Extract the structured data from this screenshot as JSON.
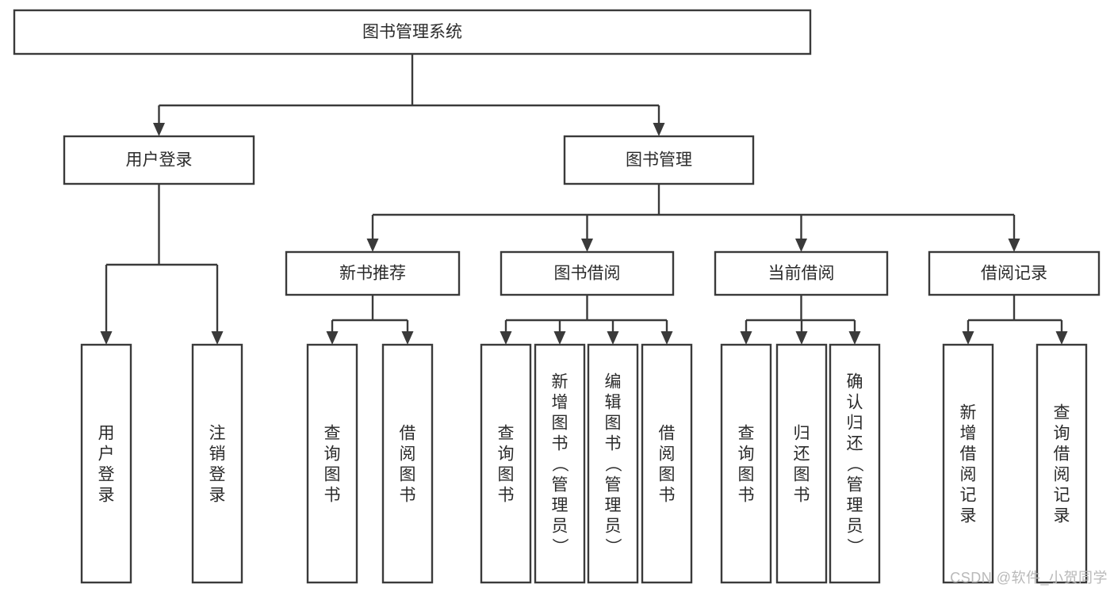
{
  "diagram": {
    "title": "图书管理系统",
    "watermark": "CSDN @软件_小贺同学",
    "colors": {
      "stroke": "#3a3a3a",
      "fill": "#ffffff",
      "text": "#2b2b2b",
      "watermark": "#b9b9b9"
    },
    "root": {
      "id": "root",
      "label": "图书管理系统"
    },
    "level2": [
      {
        "id": "user-login",
        "label": "用户登录"
      },
      {
        "id": "book-manage",
        "label": "图书管理"
      }
    ],
    "level3": [
      {
        "id": "new-book-recommend",
        "label": "新书推荐"
      },
      {
        "id": "book-borrow",
        "label": "图书借阅"
      },
      {
        "id": "current-borrow",
        "label": "当前借阅"
      },
      {
        "id": "borrow-record",
        "label": "借阅记录"
      }
    ],
    "leaves": {
      "user_login": [
        {
          "id": "leaf-user-login",
          "label": "用户登录"
        },
        {
          "id": "leaf-logout-login",
          "label": "注销登录"
        }
      ],
      "new_book_recommend": [
        {
          "id": "leaf-query-book-1",
          "label": "查询图书"
        },
        {
          "id": "leaf-borrow-book-1",
          "label": "借阅图书"
        }
      ],
      "book_borrow": [
        {
          "id": "leaf-query-book-2",
          "label": "查询图书"
        },
        {
          "id": "leaf-add-book",
          "label": "新增图书（管理员）"
        },
        {
          "id": "leaf-edit-book",
          "label": "编辑图书（管理员）"
        },
        {
          "id": "leaf-borrow-book-2",
          "label": "借阅图书"
        }
      ],
      "current_borrow": [
        {
          "id": "leaf-query-book-3",
          "label": "查询图书"
        },
        {
          "id": "leaf-return-book",
          "label": "归还图书"
        },
        {
          "id": "leaf-confirm-return",
          "label": "确认归还（管理员）"
        }
      ],
      "borrow_record": [
        {
          "id": "leaf-add-record",
          "label": "新增借阅记录"
        },
        {
          "id": "leaf-query-record",
          "label": "查询借阅记录"
        }
      ]
    }
  }
}
